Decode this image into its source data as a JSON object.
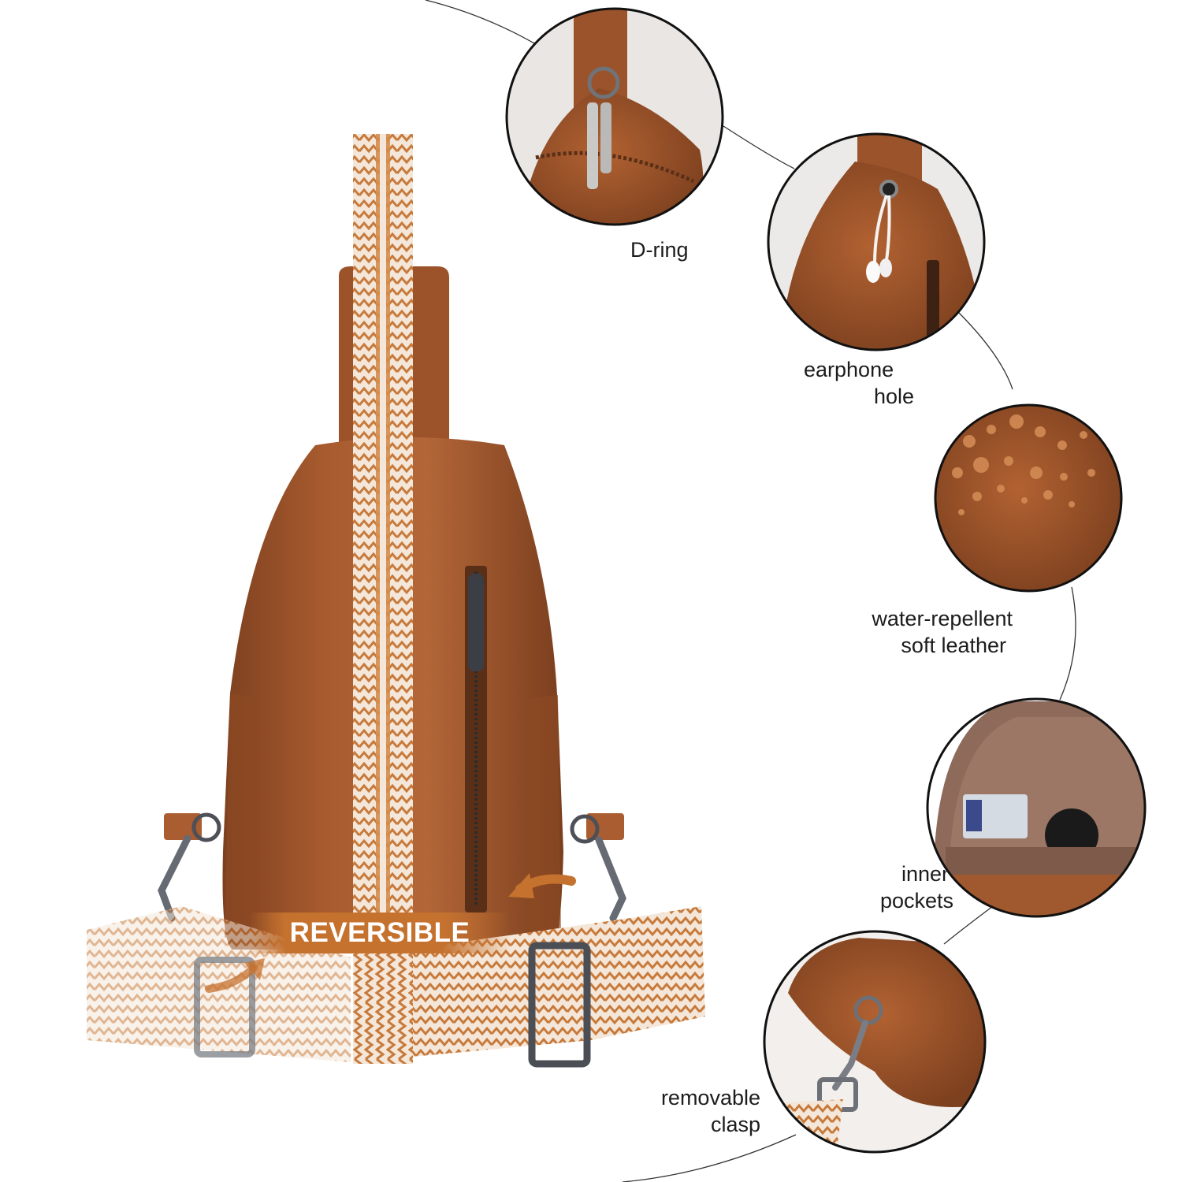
{
  "colors": {
    "leather": "#a0552b",
    "leather_dark": "#7a3f1f",
    "leather_light": "#b86a3a",
    "strap_orange": "#c87a3a",
    "strap_cream": "#f3e6d8",
    "accent_orange": "#c5722f",
    "metal": "#5c5f66",
    "lining": "#8a6553"
  },
  "badge": {
    "text": "REVERSIBLE"
  },
  "features": [
    {
      "id": "d-ring",
      "lines": [
        "D-ring"
      ]
    },
    {
      "id": "earphone-hole",
      "lines": [
        "earphone",
        "hole"
      ]
    },
    {
      "id": "water-repellent",
      "lines": [
        "water-repellent",
        "soft leather"
      ]
    },
    {
      "id": "inner-pockets",
      "lines": [
        "inner",
        "pockets"
      ]
    },
    {
      "id": "removable-clasp",
      "lines": [
        "removable",
        "clasp"
      ]
    }
  ]
}
